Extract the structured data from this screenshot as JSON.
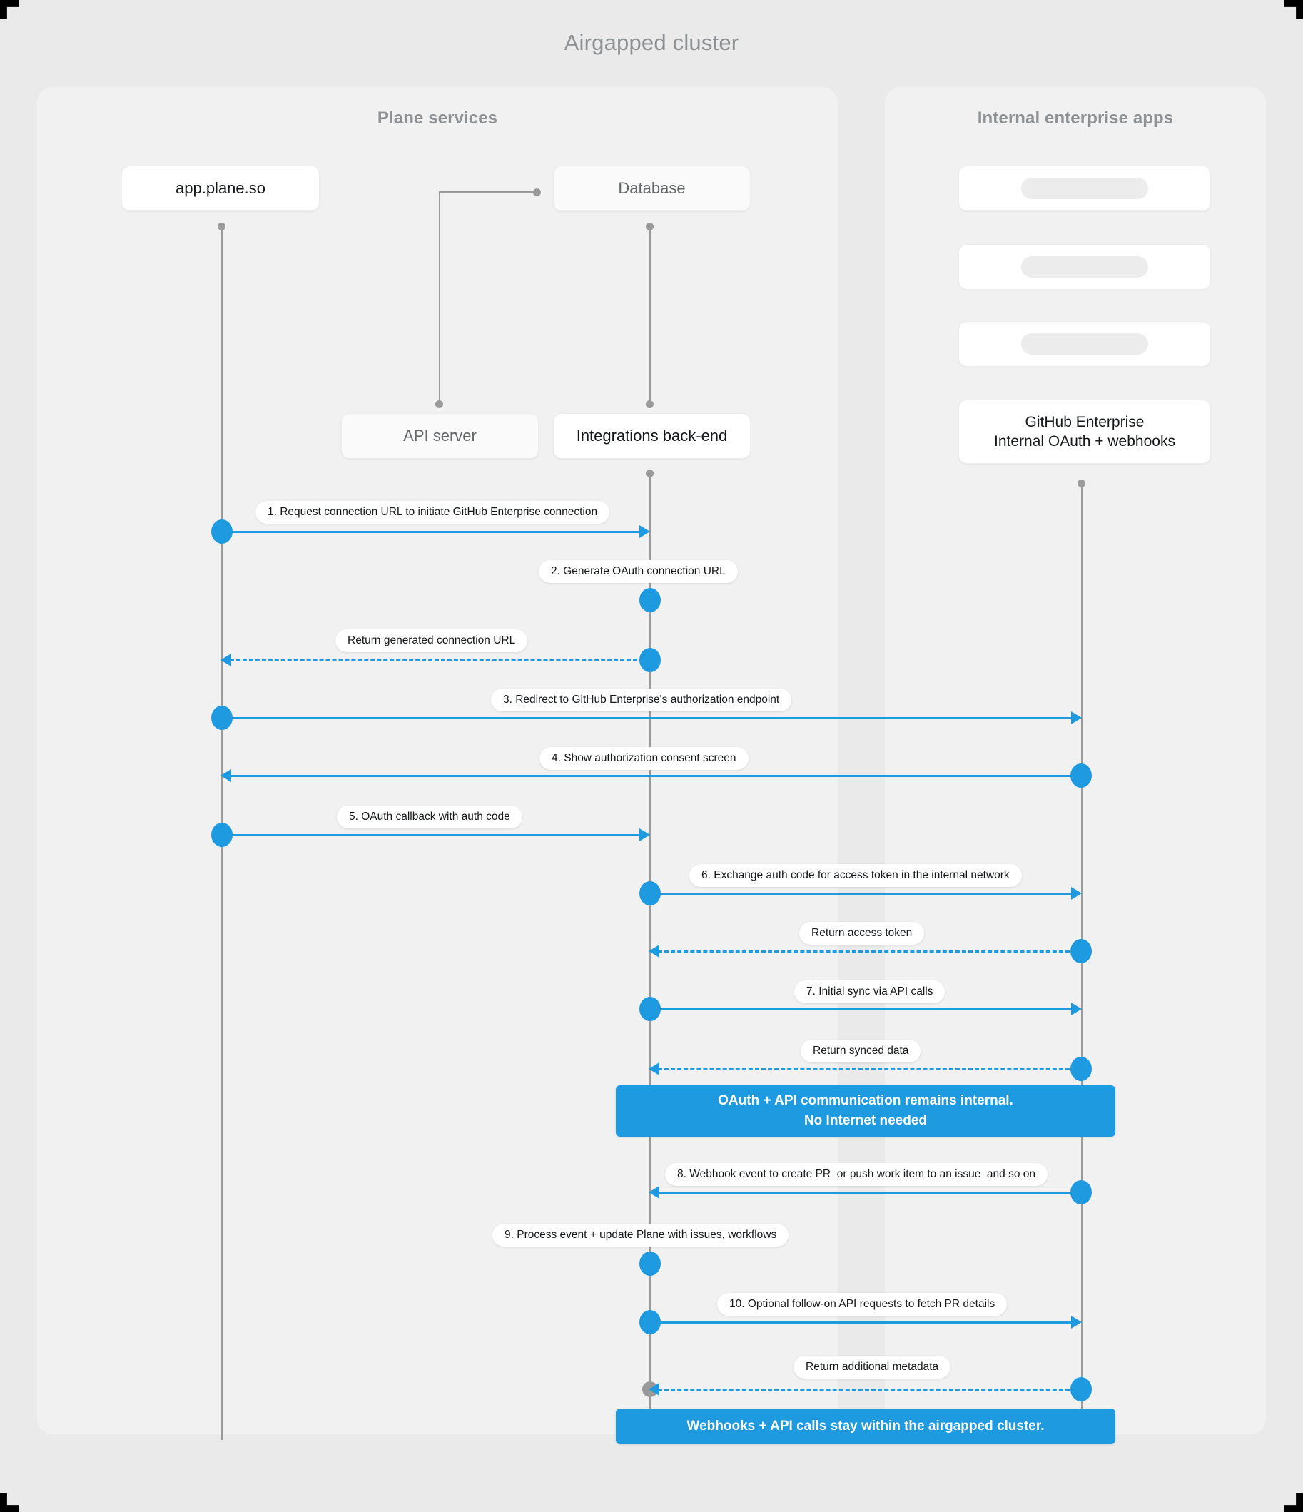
{
  "title": "Airgapped cluster",
  "panels": {
    "plane": {
      "title": "Plane services"
    },
    "enterprise": {
      "title": "Internal enterprise apps"
    }
  },
  "nodes": {
    "app_plane": "app.plane.so",
    "database": "Database",
    "api_server": "API server",
    "integrations": "Integrations back-end",
    "github_enterprise_line1": "GitHub Enterprise",
    "github_enterprise_line2": "Internal OAuth + webhooks"
  },
  "placeholder_apps": [
    "",
    "",
    ""
  ],
  "messages": [
    {
      "id": 1,
      "label": "1. Request connection URL to initiate GitHub Enterprise connection"
    },
    {
      "id": 2,
      "label": "2. Generate OAuth connection URL"
    },
    {
      "id": 3,
      "label": "Return generated connection URL"
    },
    {
      "id": 4,
      "label": "3. Redirect to GitHub Enterprise's authorization endpoint"
    },
    {
      "id": 5,
      "label": "4. Show authorization consent screen"
    },
    {
      "id": 6,
      "label": "5. OAuth callback with auth code"
    },
    {
      "id": 7,
      "label": "6. Exchange auth code for access token in the internal network"
    },
    {
      "id": 8,
      "label": "Return access token"
    },
    {
      "id": 9,
      "label": "7. Initial sync via API calls"
    },
    {
      "id": 10,
      "label": "Return synced data"
    },
    {
      "id": 11,
      "label": "8. Webhook event to create PR  or push work item to an issue  and so on"
    },
    {
      "id": 12,
      "label": "9. Process event + update Plane with issues, workflows"
    },
    {
      "id": 13,
      "label": "10. Optional follow-on API requests to fetch PR details"
    },
    {
      "id": 14,
      "label": "Return additional metadata"
    }
  ],
  "notes": {
    "internal_line1": "OAuth + API communication remains internal.",
    "internal_line2": "No Internet needed",
    "airgapped": "Webhooks + API calls stay within the airgapped cluster."
  },
  "colors": {
    "accent": "#1e9ae0",
    "background": "#eaeaea",
    "panel": "#f1f1f1",
    "lifeline": "#9a9a9a",
    "title_text": "#8d9194"
  }
}
